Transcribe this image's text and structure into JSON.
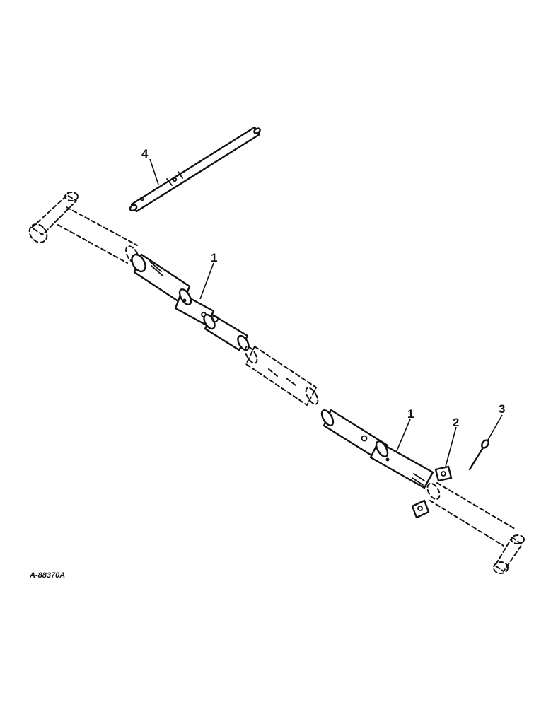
{
  "diagram": {
    "callouts": [
      {
        "id": "part-4",
        "label": "4"
      },
      {
        "id": "part-1-upper",
        "label": "1"
      },
      {
        "id": "part-1-lower",
        "label": "1"
      },
      {
        "id": "part-2",
        "label": "2"
      },
      {
        "id": "part-3",
        "label": "3"
      }
    ],
    "figure_code": "A-88370A"
  }
}
